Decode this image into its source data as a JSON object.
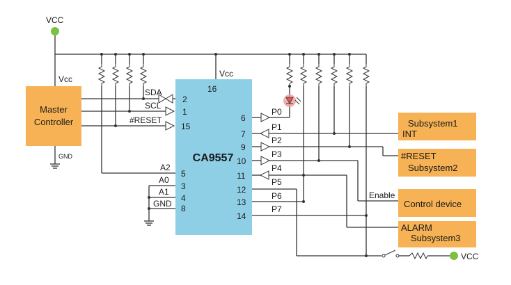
{
  "colors": {
    "chip": "#8ecfe6",
    "box": "#f6b254",
    "node": "#7cc142",
    "led": "#e05a5a",
    "wire": "#333333"
  },
  "vcc_top": "VCC",
  "vcc_bottom": "VCC",
  "master": {
    "line1": "Master",
    "line2": "Controller",
    "vcc": "Vcc",
    "gnd": "GND"
  },
  "chip": {
    "name": "CA9557",
    "vcc": "Vcc",
    "vcc_pin": "16",
    "left_pins": [
      {
        "label": "SDA",
        "num": "2"
      },
      {
        "label": "SCL",
        "num": "1"
      },
      {
        "label": "#RESET",
        "num": "15"
      },
      {
        "label": "A2",
        "num": "5"
      },
      {
        "label": "A0",
        "num": "3"
      },
      {
        "label": "A1",
        "num": "4"
      },
      {
        "label": "GND",
        "num": "8"
      }
    ],
    "right_pins": [
      {
        "label": "P0",
        "num": "6"
      },
      {
        "label": "P1",
        "num": "7"
      },
      {
        "label": "P2",
        "num": "9"
      },
      {
        "label": "P3",
        "num": "10"
      },
      {
        "label": "P4",
        "num": "11"
      },
      {
        "label": "P5",
        "num": "12"
      },
      {
        "label": "P6",
        "num": "13"
      },
      {
        "label": "P7",
        "num": "14"
      }
    ]
  },
  "subsystem1": {
    "line1": "Subsystem1",
    "line2": "INT"
  },
  "subsystem2": {
    "line1": "#RESET",
    "line2": "Subsystem2"
  },
  "control": {
    "label": "Control device",
    "enable": "Enable"
  },
  "subsystem3": {
    "line1": "ALARM",
    "line2": "Subsystem3"
  }
}
